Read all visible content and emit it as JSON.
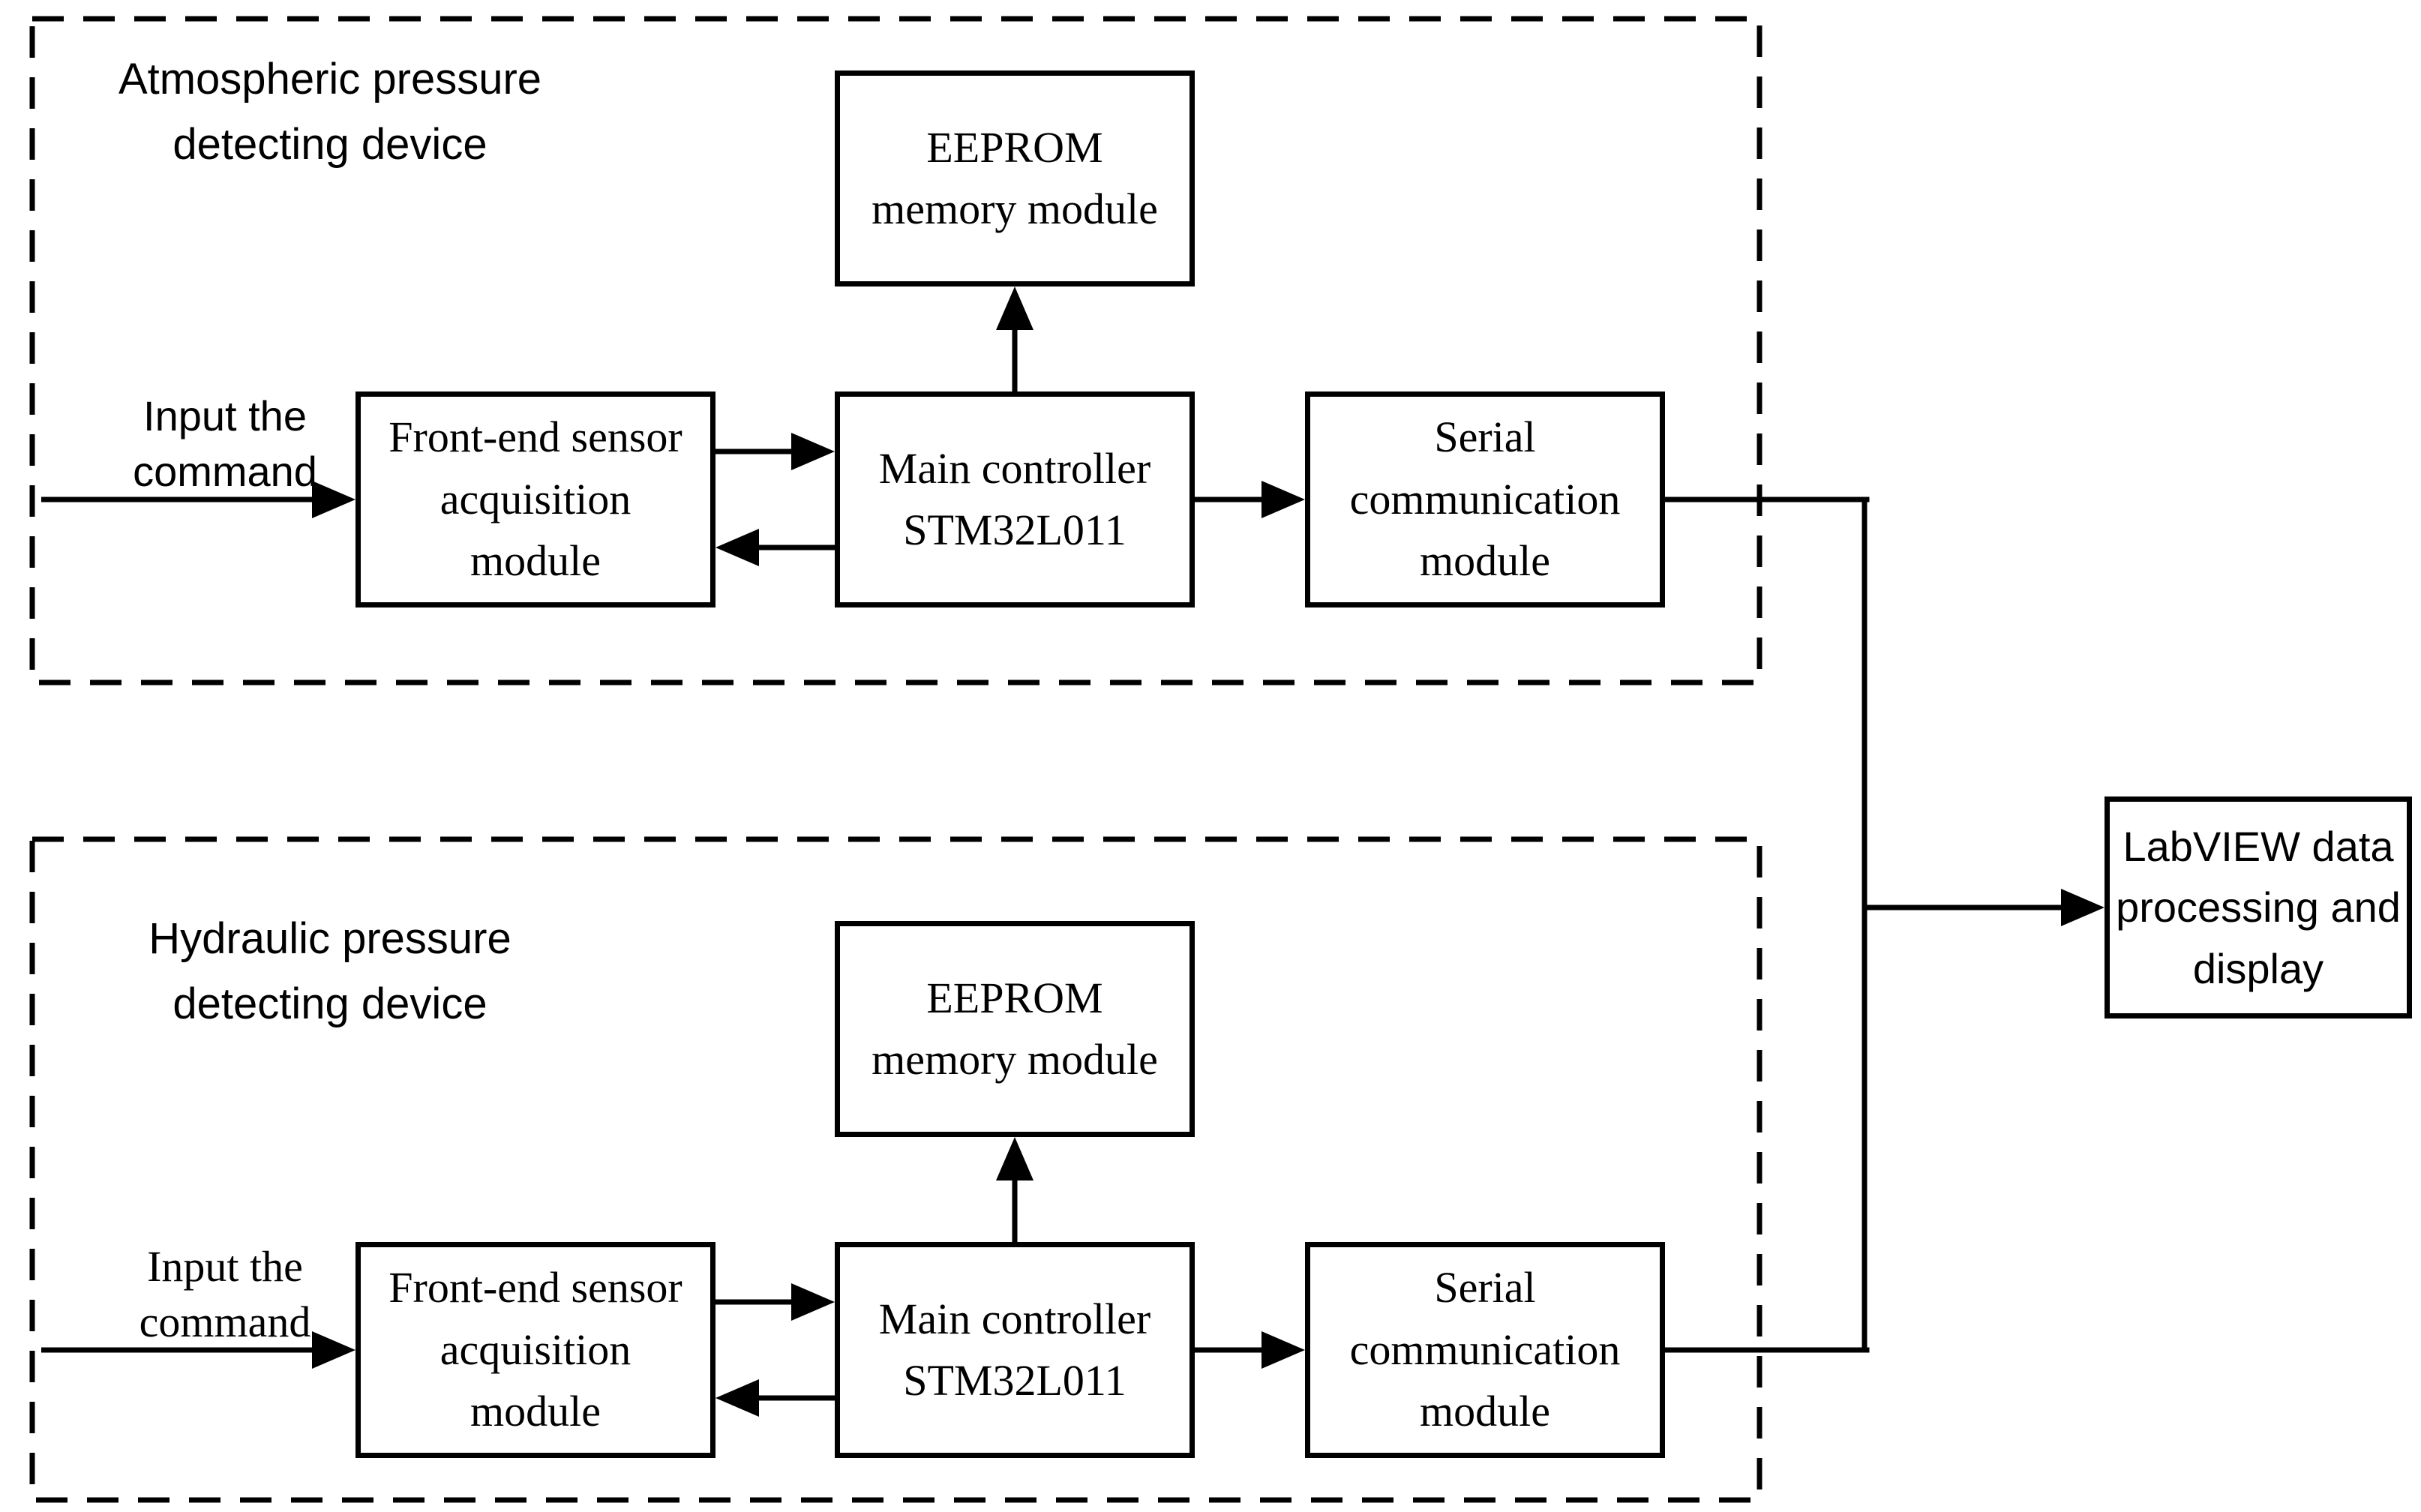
{
  "diagram": {
    "background_color": "#ffffff",
    "line_color": "#000000",
    "devices": [
      {
        "title": "Atmospheric pressure\ndetecting device",
        "input_label": "Input the\ncommand",
        "modules": {
          "eeprom": "EEPROM\nmemory module",
          "front_end": "Front-end sensor\nacquisition\nmodule",
          "main": "Main controller\nSTM32L011",
          "serial": "Serial\ncommunication\nmodule"
        }
      },
      {
        "title": "Hydraulic pressure\ndetecting device",
        "input_label": "Input the\ncommand",
        "modules": {
          "eeprom": "EEPROM\nmemory module",
          "front_end": "Front-end sensor\nacquisition\nmodule",
          "main": "Main controller\nSTM32L011",
          "serial": "Serial\ncommunication\nmodule"
        }
      }
    ],
    "output": {
      "label": "LabVIEW data\nprocessing and\ndisplay"
    }
  }
}
